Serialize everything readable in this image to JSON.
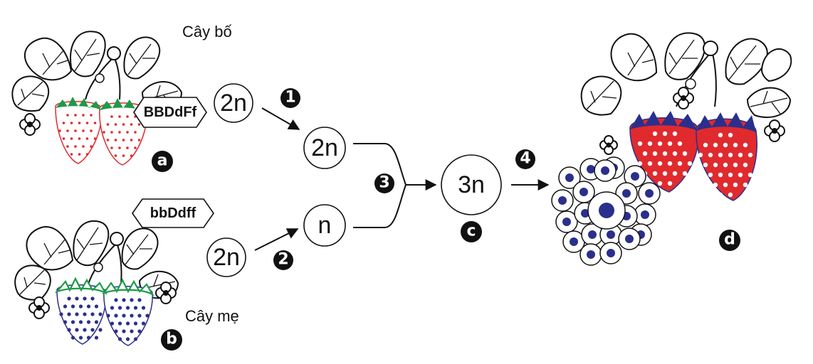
{
  "labels": {
    "father": "Cây bố",
    "mother": "Cây mẹ"
  },
  "genotypes": {
    "father": "BBDdFf",
    "mother": "bbDdff"
  },
  "ploidy": {
    "father_plant": "2n",
    "mother_plant": "2n",
    "father_gamete": "2n",
    "mother_gamete": "n",
    "offspring": "3n"
  },
  "steps": {
    "s1": "1",
    "s2": "2",
    "s3": "3",
    "s4": "4"
  },
  "letters": {
    "a": "a",
    "b": "b",
    "c": "c",
    "d": "d"
  },
  "colors": {
    "red_fruit": "#e02a2e",
    "red_seed": "#e02a2e",
    "blue_seed": "#2b2f8c",
    "green_calyx": "#1d9a48",
    "navy_calyx": "#2b2f8c",
    "badge": "#111111"
  }
}
